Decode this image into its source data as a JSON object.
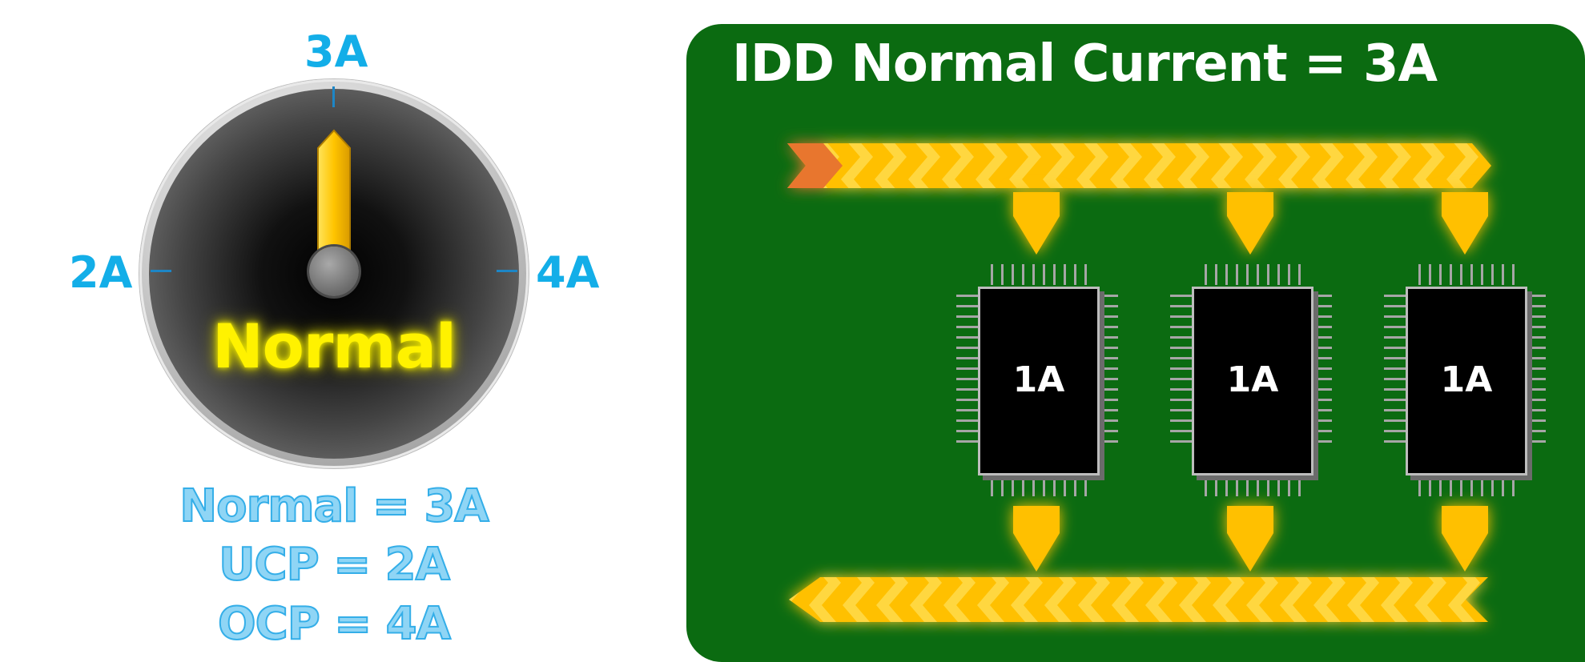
{
  "gauge": {
    "labels": {
      "left": "2A",
      "top": "3A",
      "right": "4A"
    },
    "status": "Normal",
    "reading": "3A"
  },
  "specs": [
    "Normal = 3A",
    "UCP = 2A",
    "OCP = 4A"
  ],
  "board": {
    "title": "IDD Normal Current = 3A",
    "chips": [
      {
        "label": "1A"
      },
      {
        "label": "1A"
      },
      {
        "label": "1A"
      }
    ]
  },
  "colors": {
    "accent_blue": "#13aee8",
    "status_yellow": "#fff200",
    "board_green": "#0b6b11",
    "flow_yellow": "#ffc000",
    "flow_orange": "#e8762d"
  }
}
